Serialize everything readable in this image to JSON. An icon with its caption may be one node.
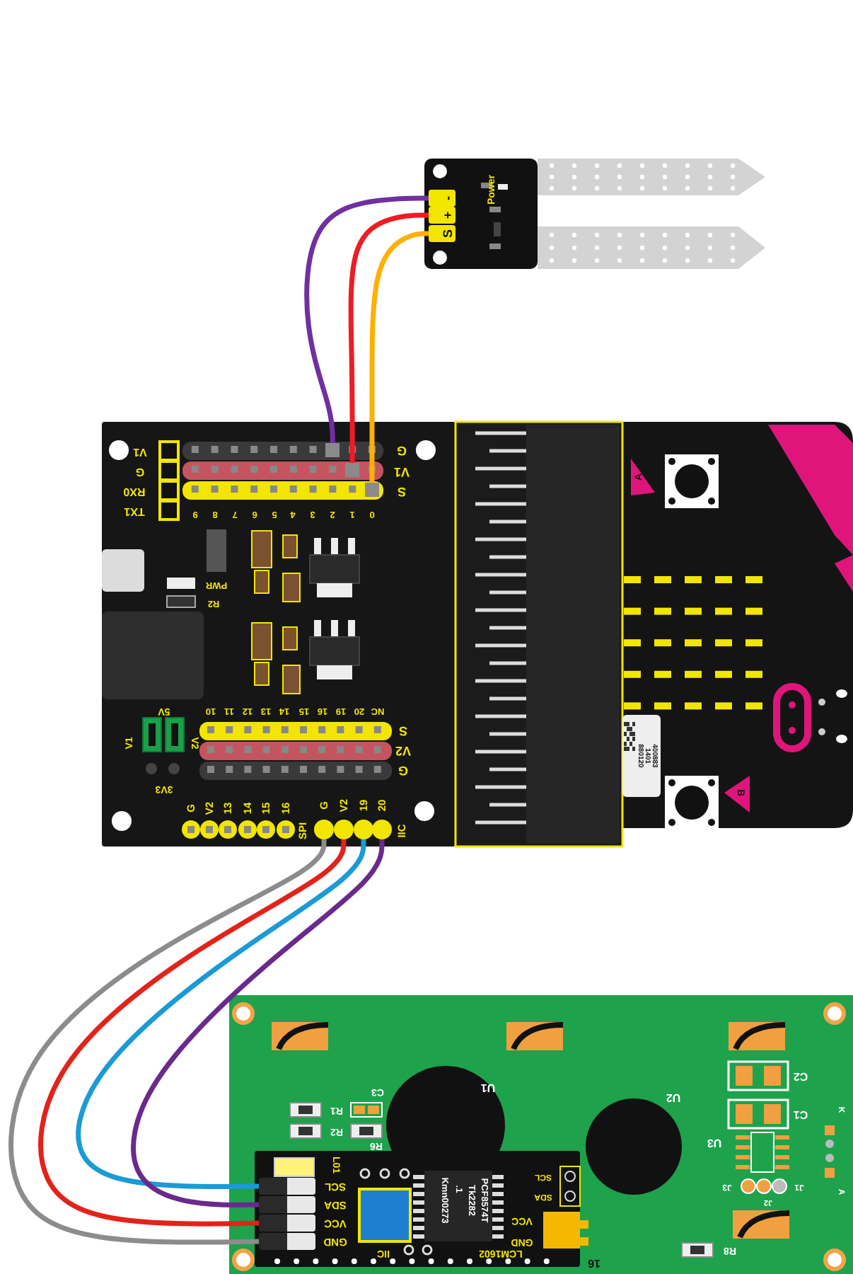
{
  "diagram": {
    "nodes": [
      {
        "text": [
          "Power"
        ]
      },
      {
        "text": [
          "-"
        ],
        "in": 0
      },
      {
        "text": [
          "+"
        ],
        "in": 0
      },
      {
        "text": [
          "S"
        ],
        "in": 0
      },
      {
        "text": [],
        "shape": "box"
      },
      {
        "text": [],
        "shape": "box",
        "in": 4
      },
      {
        "text": [],
        "shape": "box",
        "in": 4
      },
      {
        "text": [],
        "shape": "box",
        "in": 4
      },
      {
        "text": [
          "G"
        ],
        "in": 4
      },
      {
        "text": [
          "V2"
        ],
        "in": 4
      },
      {
        "text": [
          "19"
        ],
        "in": 4
      },
      {
        "text": [
          "20"
        ],
        "in": 4
      },
      {
        "text": [],
        "shape": "box"
      },
      {
        "text": [],
        "shape": "box",
        "in": 12
      },
      {
        "text": [
          "SCL"
        ],
        "in": 13
      },
      {
        "text": [
          "SDA"
        ],
        "in": 13
      },
      {
        "text": [
          "VCC"
        ],
        "in": 13
      },
      {
        "text": [
          "GND"
        ],
        "in": 13
      }
    ],
    "edges": [
      {
        "from": 1,
        "to": 5,
        "arrow": "none",
        "color": "#7030a0"
      },
      {
        "from": 2,
        "to": 6,
        "arrow": "none",
        "color": "#ee1c24"
      },
      {
        "from": 3,
        "to": 7,
        "arrow": "none",
        "color": "#ffb000"
      },
      {
        "from": 8,
        "to": 17,
        "arrow": "none",
        "color": "#8c8c8c"
      },
      {
        "from": 9,
        "to": 16,
        "arrow": "none",
        "color": "#e2231a"
      },
      {
        "from": 10,
        "to": 14,
        "arrow": "none",
        "color": "#1c9ad6"
      },
      {
        "from": 11,
        "to": 15,
        "arrow": "none",
        "color": "#6a2a8c"
      }
    ],
    "labels": [
      "V1",
      "G",
      "RX0",
      "TX1",
      "9",
      "8",
      "7",
      "6",
      "5",
      "4",
      "3",
      "2",
      "1",
      "0",
      "G",
      "V1",
      "S",
      "PWR",
      "R2",
      "5V",
      "V1",
      "V2",
      "3V3",
      "10",
      "11",
      "12",
      "13",
      "14",
      "15",
      "16",
      "19",
      "20",
      "NC",
      "S",
      "V2",
      "G",
      "G",
      "V2",
      "13",
      "14",
      "15",
      "16",
      "SPI",
      "IIC",
      "A",
      "B",
      "400883 1401 880120",
      "U1",
      "C3",
      "R1",
      "R2",
      "R6",
      "U2",
      "C2",
      "C1",
      "K",
      "U3",
      "A",
      "J3",
      "J2",
      "J1",
      "R8",
      "L01",
      "IIC",
      "PCF8574T",
      "Tk2282",
      ".1",
      "Kmn00273",
      "SCL",
      "SDA",
      "VCC",
      "GND",
      "LCM1602",
      "16"
    ]
  }
}
